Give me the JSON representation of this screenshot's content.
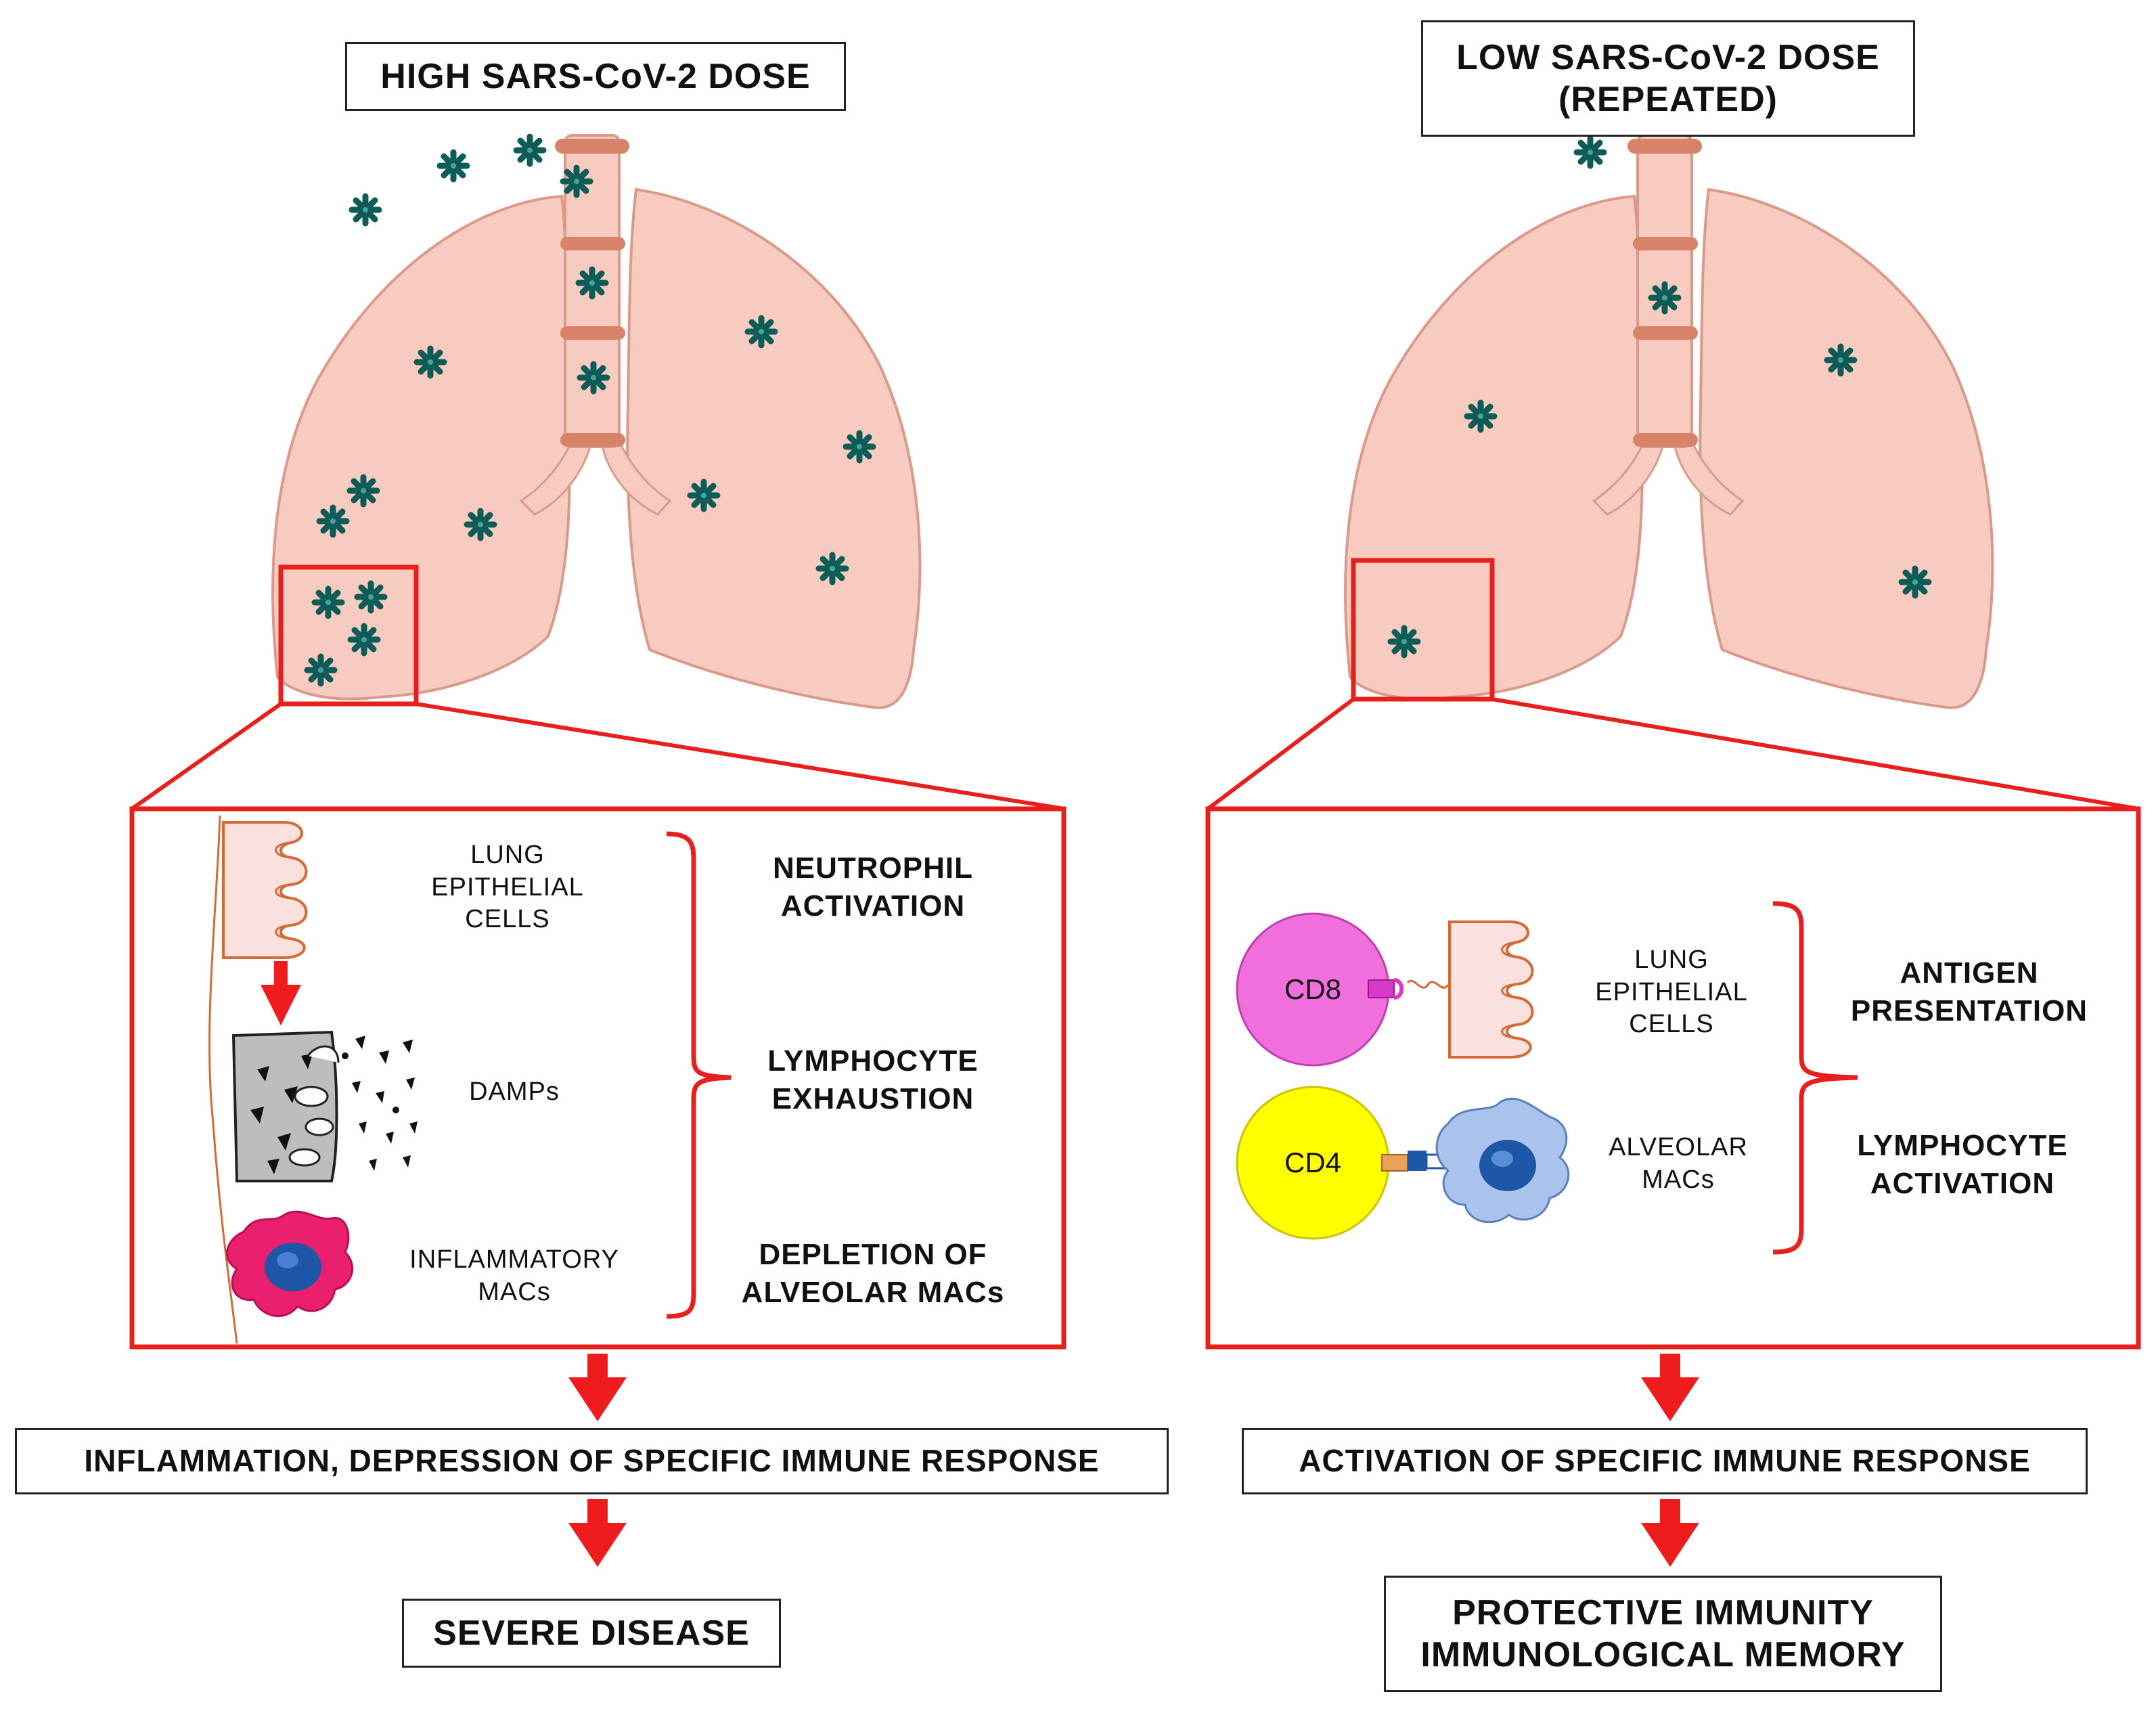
{
  "left_panel": {
    "title": "HIGH SARS-CoV-2 DOSE",
    "zoom_labels": {
      "epithelial": "LUNG\nEPITHELIAL\nCELLS",
      "damps": "DAMPs",
      "macs": "INFLAMMATORY\nMACs"
    },
    "effects": [
      "NEUTROPHIL\nACTIVATION",
      "LYMPHOCYTE\nEXHAUSTION",
      "DEPLETION  OF\nALVEOLAR  MACs"
    ],
    "outcome_1": "INFLAMMATION, DEPRESSION OF SPECIFIC IMMUNE RESPONSE",
    "outcome_2": "SEVERE DISEASE"
  },
  "right_panel": {
    "title": "LOW SARS-CoV-2 DOSE\n(REPEATED)",
    "cells": {
      "cd8": "CD8",
      "cd4": "CD4"
    },
    "zoom_labels": {
      "epithelial": "LUNG\nEPITHELIAL\nCELLS",
      "macs": "ALVEOLAR\nMACs"
    },
    "effects": [
      "ANTIGEN\nPRESENTATION",
      "LYMPHOCYTE\nACTIVATION"
    ],
    "outcome_1": "ACTIVATION OF SPECIFIC IMMUNE RESPONSE",
    "outcome_2": "PROTECTIVE IMMUNITY\nIMMUNOLOGICAL  MEMORY"
  },
  "colors": {
    "lung_fill": "#f7cbc0",
    "lung_stroke": "#d99a8c",
    "trachea_ring": "#d9826a",
    "virus": "#0d5c57",
    "highlight_red": "#e8201d",
    "arrow_red": "#ee1c1c",
    "cd8_fill": "#f06fdc",
    "cd4_fill": "#ffff00",
    "inflammatory_mac": "#ea1f6e",
    "alveolar_mac": "#a9c3ec",
    "nucleus_blue": "#1f57a8"
  },
  "icons": [
    "virus-icon",
    "lung-icon",
    "epithelial-cell-icon",
    "necrotic-cell-icon",
    "macrophage-icon",
    "t-cell-icon",
    "arrow-down-icon"
  ]
}
